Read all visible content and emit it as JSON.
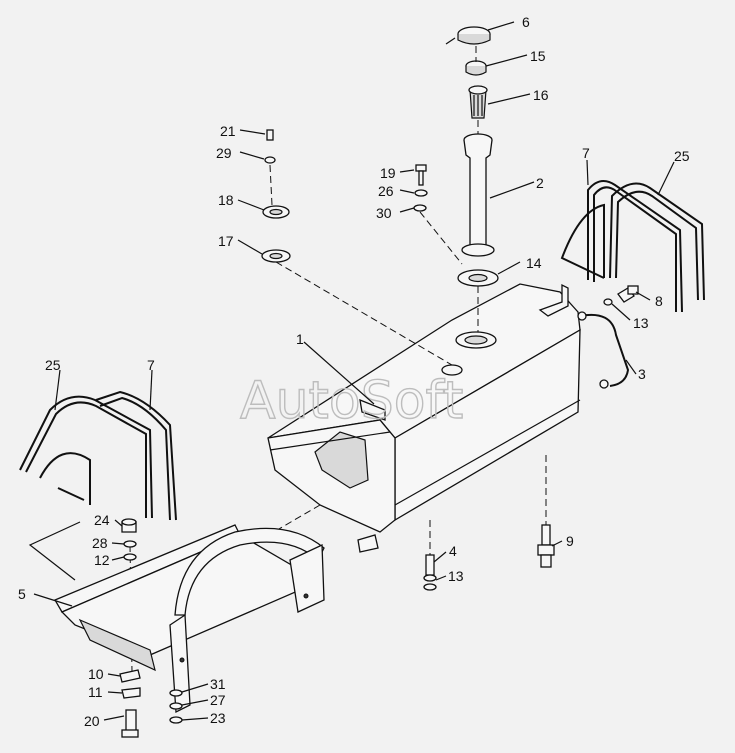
{
  "watermark": "AutoSoft",
  "callouts": [
    "1",
    "2",
    "3",
    "4",
    "5",
    "6",
    "7",
    "7",
    "8",
    "9",
    "10",
    "11",
    "12",
    "13",
    "14",
    "15",
    "16",
    "17",
    "18",
    "19",
    "20",
    "21",
    "22",
    "23",
    "24",
    "25",
    "25",
    "26",
    "27",
    "28",
    "29",
    "30",
    "31"
  ]
}
